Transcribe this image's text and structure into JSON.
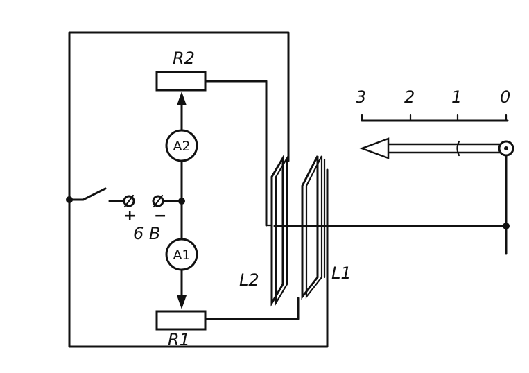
{
  "labels": {
    "r2": "R2",
    "r1": "R1",
    "a2": "A2",
    "a1": "A1",
    "voltage": "6 B",
    "l2": "L2",
    "l1": "L1",
    "plus": "+",
    "minus": "−"
  },
  "scale": {
    "ticks": [
      "3",
      "2",
      "1",
      "0"
    ]
  }
}
